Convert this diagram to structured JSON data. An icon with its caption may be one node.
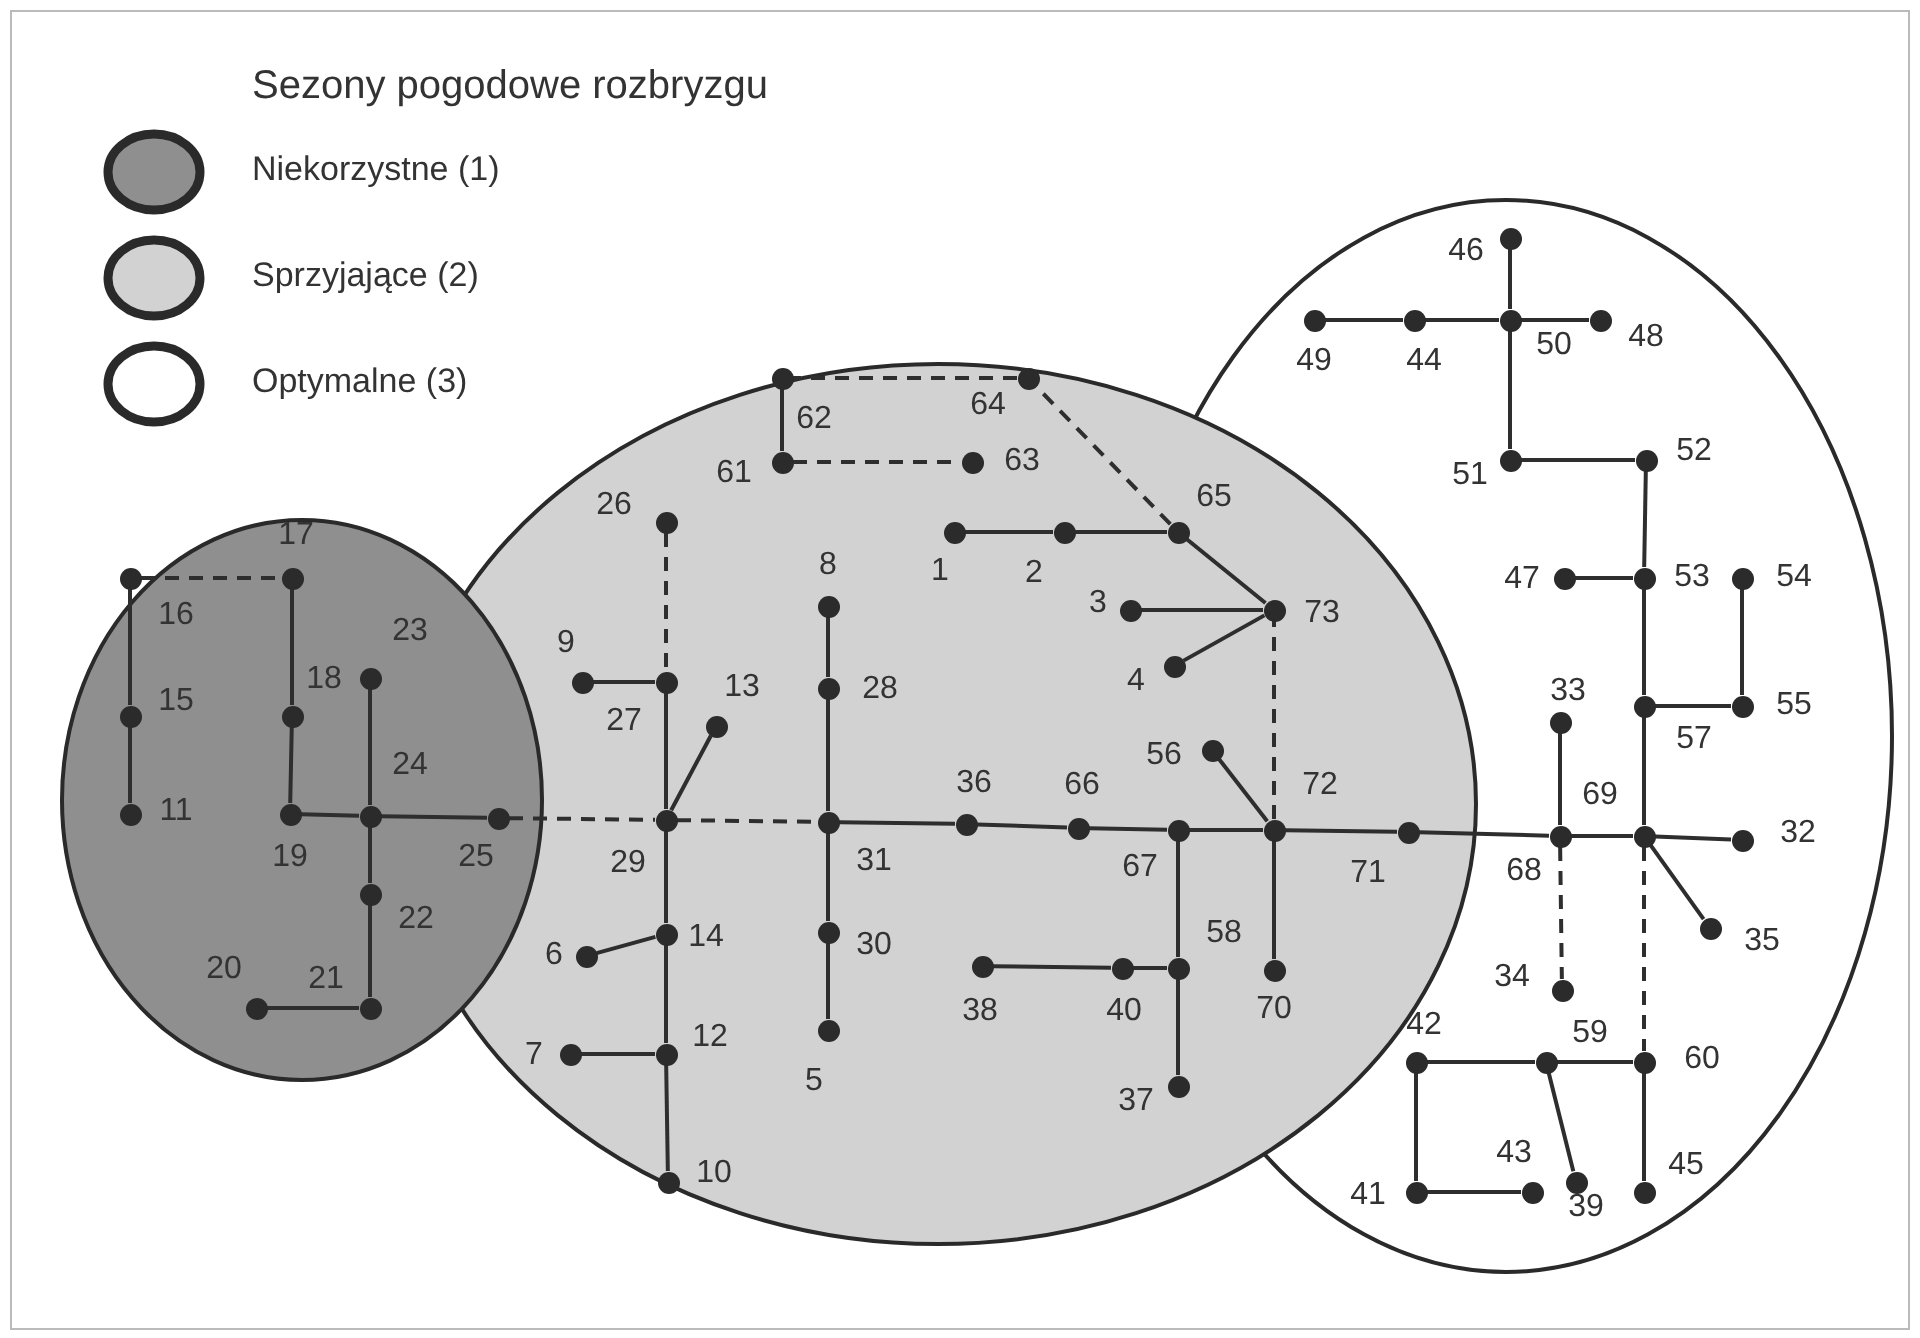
{
  "diagram": {
    "title": "Sezony pogodowe rozbryzgu",
    "nodes": [
      {
        "text": [],
        "shape": "circle",
        "beside": [
          "46"
        ]
      },
      {
        "text": [],
        "shape": "circle",
        "beside": [
          "49"
        ]
      },
      {
        "text": [],
        "shape": "circle",
        "beside": [
          "44"
        ]
      },
      {
        "text": [],
        "shape": "circle",
        "beside": [
          "50"
        ]
      },
      {
        "text": [],
        "shape": "circle",
        "beside": [
          "48"
        ]
      },
      {
        "text": [],
        "shape": "circle",
        "beside": [
          "62"
        ]
      },
      {
        "text": [],
        "shape": "circle",
        "beside": [
          "64"
        ]
      },
      {
        "text": [],
        "shape": "circle",
        "beside": [
          "51"
        ]
      },
      {
        "text": [],
        "shape": "circle",
        "beside": [
          "52"
        ]
      },
      {
        "text": [],
        "shape": "circle",
        "beside": [
          "61"
        ]
      },
      {
        "text": [],
        "shape": "circle",
        "beside": [
          "63"
        ]
      },
      {
        "text": [],
        "shape": "circle",
        "beside": [
          "26"
        ]
      },
      {
        "text": [],
        "shape": "circle",
        "beside": [
          "1"
        ]
      },
      {
        "text": [],
        "shape": "circle",
        "beside": [
          "2"
        ]
      },
      {
        "text": [],
        "shape": "circle",
        "beside": [
          "65"
        ]
      },
      {
        "text": [],
        "shape": "circle",
        "beside": [
          "16"
        ]
      },
      {
        "text": [],
        "shape": "circle",
        "beside": [
          "17"
        ]
      },
      {
        "text": [],
        "shape": "circle",
        "beside": [
          "47"
        ]
      },
      {
        "text": [],
        "shape": "circle",
        "beside": [
          "53"
        ]
      },
      {
        "text": [],
        "shape": "circle",
        "beside": [
          "54"
        ]
      },
      {
        "text": [],
        "shape": "circle",
        "beside": [
          "8"
        ]
      },
      {
        "text": [],
        "shape": "circle",
        "beside": [
          "3"
        ]
      },
      {
        "text": [],
        "shape": "circle",
        "beside": [
          "73"
        ]
      },
      {
        "text": [],
        "shape": "circle",
        "beside": [
          "4"
        ]
      },
      {
        "text": [],
        "shape": "circle",
        "beside": [
          "23"
        ]
      },
      {
        "text": [],
        "shape": "circle",
        "beside": [
          "9"
        ]
      },
      {
        "text": [],
        "shape": "circle",
        "beside": [
          "27"
        ]
      },
      {
        "text": [],
        "shape": "circle",
        "beside": [
          "28"
        ]
      },
      {
        "text": [],
        "shape": "circle",
        "beside": [
          "57"
        ]
      },
      {
        "text": [],
        "shape": "circle",
        "beside": [
          "55"
        ]
      },
      {
        "text": [],
        "shape": "circle",
        "beside": [
          "15"
        ]
      },
      {
        "text": [],
        "shape": "circle",
        "beside": [
          "18"
        ]
      },
      {
        "text": [],
        "shape": "circle",
        "beside": [
          "33"
        ]
      },
      {
        "text": [],
        "shape": "circle",
        "beside": [
          "13"
        ]
      },
      {
        "text": [],
        "shape": "circle",
        "beside": [
          "56"
        ]
      },
      {
        "text": [],
        "shape": "circle",
        "beside": [
          "11"
        ]
      },
      {
        "text": [],
        "shape": "circle",
        "beside": [
          "19"
        ]
      },
      {
        "text": [],
        "shape": "circle",
        "beside": [
          "24"
        ]
      },
      {
        "text": [],
        "shape": "circle",
        "beside": [
          "25"
        ]
      },
      {
        "text": [],
        "shape": "circle",
        "beside": [
          "29"
        ]
      },
      {
        "text": [],
        "shape": "circle",
        "beside": [
          "31"
        ]
      },
      {
        "text": [],
        "shape": "circle",
        "beside": [
          "36"
        ]
      },
      {
        "text": [],
        "shape": "circle",
        "beside": [
          "66"
        ]
      },
      {
        "text": [],
        "shape": "circle",
        "beside": [
          "67"
        ]
      },
      {
        "text": [],
        "shape": "circle",
        "beside": [
          "72"
        ]
      },
      {
        "text": [],
        "shape": "circle",
        "beside": [
          "71"
        ]
      },
      {
        "text": [],
        "shape": "circle",
        "beside": [
          "68"
        ]
      },
      {
        "text": [],
        "shape": "circle",
        "beside": [
          "69"
        ]
      },
      {
        "text": [],
        "shape": "circle",
        "beside": [
          "32"
        ]
      },
      {
        "text": [],
        "shape": "circle",
        "beside": [
          "22"
        ]
      },
      {
        "text": [],
        "shape": "circle",
        "beside": [
          "35"
        ]
      },
      {
        "text": [],
        "shape": "circle",
        "beside": [
          "30"
        ]
      },
      {
        "text": [],
        "shape": "circle",
        "beside": [
          "14"
        ]
      },
      {
        "text": [],
        "shape": "circle",
        "beside": [
          "6"
        ]
      },
      {
        "text": [],
        "shape": "circle",
        "beside": [
          "38"
        ]
      },
      {
        "text": [],
        "shape": "circle",
        "beside": [
          "40"
        ]
      },
      {
        "text": [],
        "shape": "circle",
        "beside": [
          "58"
        ]
      },
      {
        "text": [],
        "shape": "circle",
        "beside": [
          "70"
        ]
      },
      {
        "text": [],
        "shape": "circle",
        "beside": [
          "34"
        ]
      },
      {
        "text": [],
        "shape": "circle",
        "beside": [
          "21"
        ]
      },
      {
        "text": [],
        "shape": "circle",
        "beside": [
          "20"
        ]
      },
      {
        "text": [],
        "shape": "circle",
        "beside": [
          "5"
        ]
      },
      {
        "text": [],
        "shape": "circle",
        "beside": [
          "7"
        ]
      },
      {
        "text": [],
        "shape": "circle",
        "beside": [
          "12"
        ]
      },
      {
        "text": [],
        "shape": "circle",
        "beside": [
          "42"
        ]
      },
      {
        "text": [],
        "shape": "circle",
        "beside": [
          "59"
        ]
      },
      {
        "text": [],
        "shape": "circle",
        "beside": [
          "60"
        ]
      },
      {
        "text": [],
        "shape": "circle",
        "beside": [
          "37"
        ]
      },
      {
        "text": [],
        "shape": "circle",
        "beside": [
          "39"
        ]
      },
      {
        "text": [],
        "shape": "circle",
        "beside": [
          "10"
        ]
      },
      {
        "text": [],
        "shape": "circle",
        "beside": [
          "41"
        ]
      },
      {
        "text": [],
        "shape": "circle",
        "beside": [
          "43"
        ]
      },
      {
        "text": [],
        "shape": "circle",
        "beside": [
          "45"
        ]
      }
    ],
    "edges": [
      {
        "from": 15,
        "to": 16,
        "arrow": "none",
        "style": "dashed"
      },
      {
        "from": 15,
        "to": 30,
        "arrow": "none"
      },
      {
        "from": 30,
        "to": 35,
        "arrow": "none"
      },
      {
        "from": 16,
        "to": 31,
        "arrow": "none"
      },
      {
        "from": 31,
        "to": 36,
        "arrow": "none"
      },
      {
        "from": 36,
        "to": 37,
        "arrow": "none"
      },
      {
        "from": 24,
        "to": 37,
        "arrow": "none"
      },
      {
        "from": 37,
        "to": 38,
        "arrow": "none"
      },
      {
        "from": 37,
        "to": 49,
        "arrow": "none"
      },
      {
        "from": 49,
        "to": 59,
        "arrow": "none"
      },
      {
        "from": 59,
        "to": 60,
        "arrow": "none"
      },
      {
        "from": 38,
        "to": 39,
        "arrow": "none",
        "style": "dashed"
      },
      {
        "from": 39,
        "to": 40,
        "arrow": "none",
        "style": "dashed"
      },
      {
        "from": 11,
        "to": 26,
        "arrow": "none",
        "style": "dashed"
      },
      {
        "from": 25,
        "to": 26,
        "arrow": "none"
      },
      {
        "from": 26,
        "to": 39,
        "arrow": "none"
      },
      {
        "from": 39,
        "to": 33,
        "arrow": "none"
      },
      {
        "from": 39,
        "to": 52,
        "arrow": "none"
      },
      {
        "from": 52,
        "to": 53,
        "arrow": "none"
      },
      {
        "from": 52,
        "to": 63,
        "arrow": "none"
      },
      {
        "from": 63,
        "to": 62,
        "arrow": "none"
      },
      {
        "from": 63,
        "to": 69,
        "arrow": "none"
      },
      {
        "from": 20,
        "to": 27,
        "arrow": "none"
      },
      {
        "from": 27,
        "to": 40,
        "arrow": "none"
      },
      {
        "from": 40,
        "to": 51,
        "arrow": "none"
      },
      {
        "from": 51,
        "to": 61,
        "arrow": "none"
      },
      {
        "from": 40,
        "to": 41,
        "arrow": "none"
      },
      {
        "from": 41,
        "to": 42,
        "arrow": "none"
      },
      {
        "from": 42,
        "to": 43,
        "arrow": "none"
      },
      {
        "from": 43,
        "to": 44,
        "arrow": "none"
      },
      {
        "from": 44,
        "to": 45,
        "arrow": "none"
      },
      {
        "from": 45,
        "to": 46,
        "arrow": "none"
      },
      {
        "from": 46,
        "to": 47,
        "arrow": "none"
      },
      {
        "from": 47,
        "to": 48,
        "arrow": "none"
      },
      {
        "from": 47,
        "to": 50,
        "arrow": "none"
      },
      {
        "from": 46,
        "to": 32,
        "arrow": "none"
      },
      {
        "from": 46,
        "to": 58,
        "arrow": "none",
        "style": "dashed"
      },
      {
        "from": 47,
        "to": 66,
        "arrow": "none",
        "style": "dashed"
      },
      {
        "from": 47,
        "to": 28,
        "arrow": "none"
      },
      {
        "from": 28,
        "to": 29,
        "arrow": "none"
      },
      {
        "from": 29,
        "to": 19,
        "arrow": "none"
      },
      {
        "from": 28,
        "to": 18,
        "arrow": "none"
      },
      {
        "from": 18,
        "to": 17,
        "arrow": "none"
      },
      {
        "from": 18,
        "to": 8,
        "arrow": "none"
      },
      {
        "from": 8,
        "to": 7,
        "arrow": "none"
      },
      {
        "from": 7,
        "to": 3,
        "arrow": "none"
      },
      {
        "from": 3,
        "to": 0,
        "arrow": "none"
      },
      {
        "from": 3,
        "to": 4,
        "arrow": "none"
      },
      {
        "from": 3,
        "to": 2,
        "arrow": "none"
      },
      {
        "from": 2,
        "to": 1,
        "arrow": "none"
      },
      {
        "from": 66,
        "to": 65,
        "arrow": "none"
      },
      {
        "from": 65,
        "to": 64,
        "arrow": "none"
      },
      {
        "from": 64,
        "to": 70,
        "arrow": "none"
      },
      {
        "from": 70,
        "to": 71,
        "arrow": "none"
      },
      {
        "from": 65,
        "to": 68,
        "arrow": "none"
      },
      {
        "from": 66,
        "to": 72,
        "arrow": "none"
      },
      {
        "from": 43,
        "to": 56,
        "arrow": "none"
      },
      {
        "from": 56,
        "to": 55,
        "arrow": "none"
      },
      {
        "from": 55,
        "to": 54,
        "arrow": "none"
      },
      {
        "from": 56,
        "to": 67,
        "arrow": "none"
      },
      {
        "from": 44,
        "to": 57,
        "arrow": "none"
      },
      {
        "from": 44,
        "to": 34,
        "arrow": "none"
      },
      {
        "from": 44,
        "to": 22,
        "arrow": "none",
        "style": "dashed"
      },
      {
        "from": 22,
        "to": 21,
        "arrow": "none"
      },
      {
        "from": 22,
        "to": 23,
        "arrow": "none"
      },
      {
        "from": 22,
        "to": 14,
        "arrow": "none"
      },
      {
        "from": 14,
        "to": 13,
        "arrow": "none"
      },
      {
        "from": 13,
        "to": 12,
        "arrow": "none"
      },
      {
        "from": 14,
        "to": 6,
        "arrow": "none",
        "style": "dashed"
      },
      {
        "from": 6,
        "to": 5,
        "arrow": "none",
        "style": "dashed"
      },
      {
        "from": 5,
        "to": 9,
        "arrow": "none"
      },
      {
        "from": 9,
        "to": 10,
        "arrow": "none",
        "style": "dashed"
      }
    ],
    "legend": [
      {
        "text": "Niekorzystne (1)",
        "color": "#8f8f8f"
      },
      {
        "text": "Sprzyjające (2)",
        "color": "#d2d2d2"
      },
      {
        "text": "Optymalne (3)",
        "color": "#ffffff"
      }
    ]
  }
}
